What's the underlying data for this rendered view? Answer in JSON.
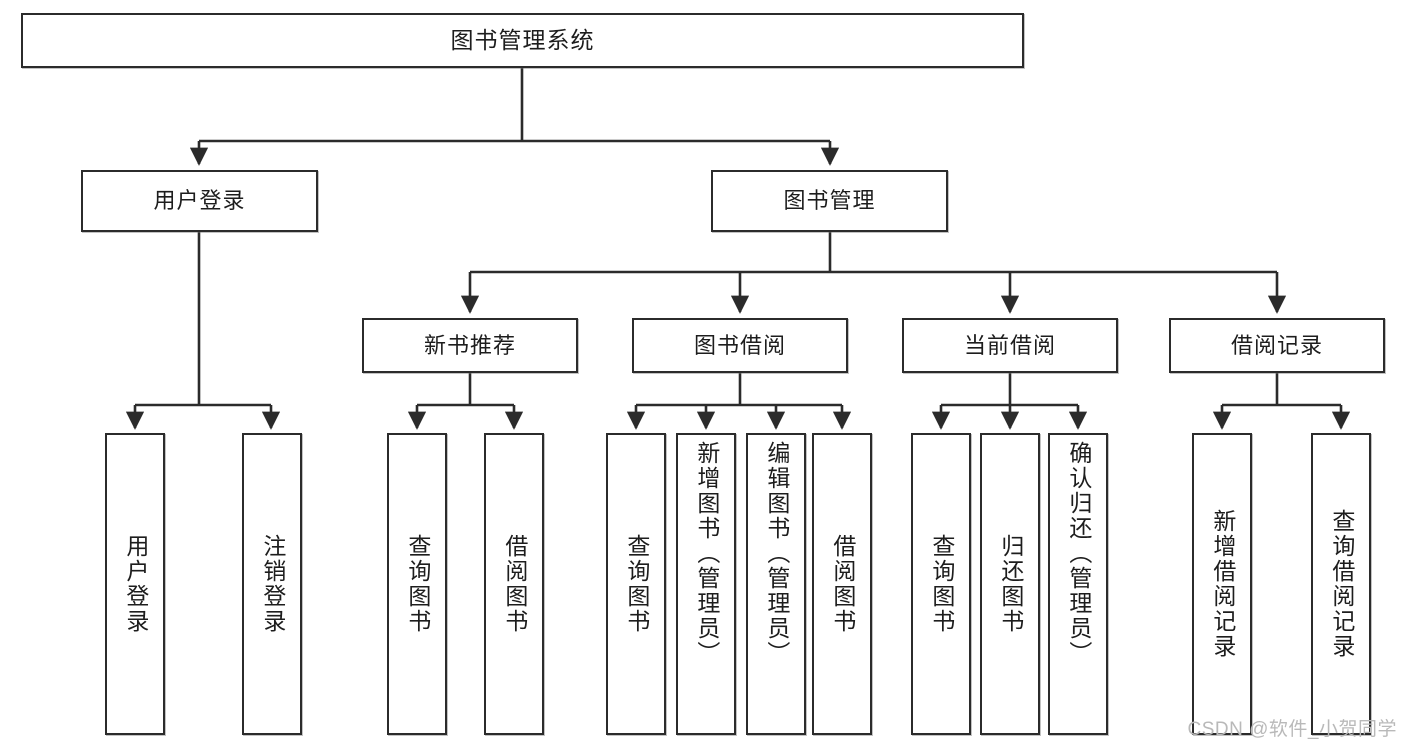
{
  "diagram": {
    "title": "图书管理系统",
    "type": "tree-hierarchy",
    "colors": {
      "box_border": "#2b2b2b",
      "box_fill": "#ffffff",
      "connector": "#2b2b2b",
      "watermark": "#b9b9b9",
      "background": "#ffffff"
    },
    "root": {
      "label": "图书管理系统"
    },
    "level2": [
      {
        "label": "用户登录"
      },
      {
        "label": "图书管理"
      }
    ],
    "level3": [
      {
        "label": "新书推荐"
      },
      {
        "label": "图书借阅"
      },
      {
        "label": "当前借阅"
      },
      {
        "label": "借阅记录"
      }
    ],
    "leaves": {
      "user_login": [
        {
          "label": "用户登录"
        },
        {
          "label": "注销登录"
        }
      ],
      "new_book_recommend": [
        {
          "label": "查询图书"
        },
        {
          "label": "借阅图书"
        }
      ],
      "book_borrow": [
        {
          "label": "查询图书"
        },
        {
          "label": "新增图书（管理员）"
        },
        {
          "label": "编辑图书（管理员）"
        },
        {
          "label": "借阅图书"
        }
      ],
      "current_borrow": [
        {
          "label": "查询图书"
        },
        {
          "label": "归还图书"
        },
        {
          "label": "确认归还（管理员）"
        }
      ],
      "borrow_record": [
        {
          "label": "新增借阅记录"
        },
        {
          "label": "查询借阅记录"
        }
      ]
    }
  },
  "watermark": {
    "text": "CSDN @软件_小贺同学"
  }
}
